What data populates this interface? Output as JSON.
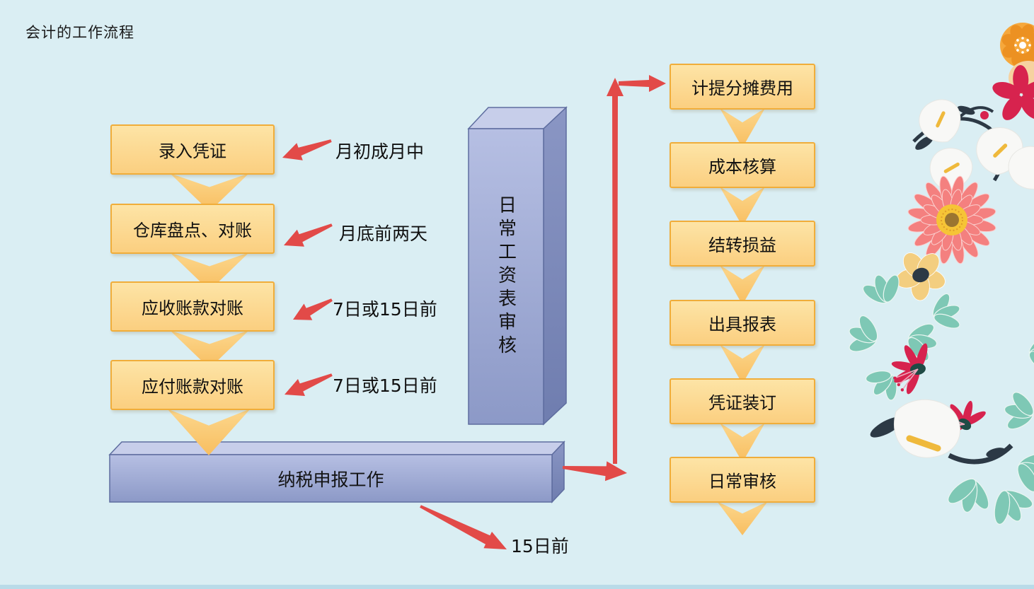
{
  "title": "会计的工作流程",
  "left_flow": {
    "nodes": [
      {
        "label": "录入凭证",
        "annotation": "月初成月中"
      },
      {
        "label": "仓库盘点、对账",
        "annotation": "月底前两天"
      },
      {
        "label": "应收账款对账",
        "annotation": "7日或15日前"
      },
      {
        "label": "应付账款对账",
        "annotation": "7日或15日前"
      }
    ]
  },
  "salary_pillar": {
    "label": "日常工资表审核"
  },
  "tax_bar": {
    "label": "纳税申报工作",
    "annotation": "15日前"
  },
  "right_flow": {
    "nodes": [
      {
        "label": "计提分摊费用"
      },
      {
        "label": "成本核算"
      },
      {
        "label": "结转损益"
      },
      {
        "label": "出具报表"
      },
      {
        "label": "凭证装订"
      },
      {
        "label": "日常审核"
      }
    ]
  },
  "colors": {
    "background": "#DAEEF3",
    "node_fill_top": "#FDE4A6",
    "node_fill_bottom": "#FBCF80",
    "node_border": "#F0AD3A",
    "connector_fill": "#F9C468",
    "pillar_front": "#9FABD5",
    "pillar_top": "#C7CEEA",
    "pillar_side": "#7D8AB9",
    "pillar_edge": "#5E6D9F",
    "arrow_red": "#E24A48"
  }
}
